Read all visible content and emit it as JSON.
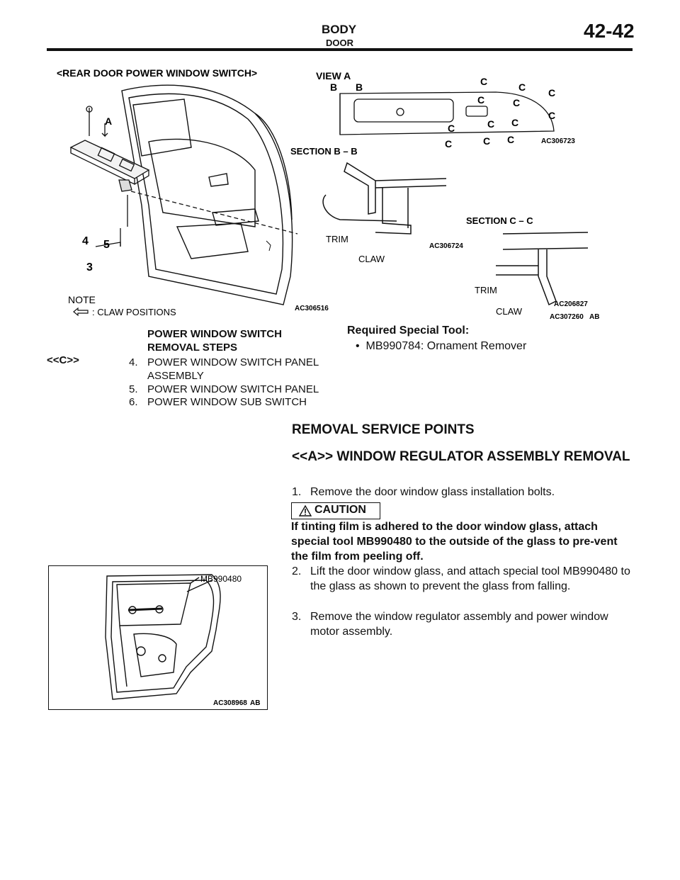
{
  "header": {
    "title": "BODY",
    "subtitle": "DOOR",
    "page": "42-42"
  },
  "figure1": {
    "caption": "<REAR DOOR POWER WINDOW SWITCH>",
    "labels": {
      "a": "A",
      "n4": "4",
      "n5": "5",
      "n3": "3"
    },
    "note": "NOTE",
    "note_legend": ": CLAW POSITIONS",
    "code1": "AC306516",
    "view_a": "VIEW A",
    "b": "B",
    "c": "C",
    "code2": "AC306723",
    "section_bb": "SECTION B – B",
    "trim": "TRIM",
    "claw": "CLAW",
    "code3": "AC306724",
    "section_cc": "SECTION C – C",
    "code4": "AC206827",
    "code5": "AC307260",
    "code5_suffix": "AB"
  },
  "removal_steps": {
    "heading": "POWER WINDOW SWITCH REMOVAL STEPS",
    "tag": "<<C>>",
    "items": [
      {
        "num": "4.",
        "text": "POWER WINDOW SWITCH PANEL ASSEMBLY"
      },
      {
        "num": "5.",
        "text": "POWER WINDOW SWITCH PANEL"
      },
      {
        "num": "6.",
        "text": "POWER WINDOW SUB SWITCH"
      }
    ]
  },
  "special_tool": {
    "heading": "Required Special Tool:",
    "item": "MB990784: Ornament Remover"
  },
  "service": {
    "heading": "REMOVAL SERVICE POINTS",
    "subheading": "<<A>> WINDOW REGULATOR ASSEMBLY REMOVAL",
    "step1": {
      "num": "1.",
      "text": "Remove the door window glass installation bolts."
    },
    "caution_label": "CAUTION",
    "caution_text": "If tinting film is adhered to the door window glass, attach special tool MB990480 to the outside of the glass to pre-vent the film from peeling off.",
    "step2": {
      "num": "2.",
      "text": "Lift the door window glass, and attach special tool MB990480 to the glass as shown to prevent the glass from falling."
    },
    "step3": {
      "num": "3.",
      "text": "Remove the window regulator assembly and power window motor assembly."
    }
  },
  "figure2": {
    "tool_label": "MB990480",
    "code": "AC308968",
    "code_suffix": "AB"
  }
}
